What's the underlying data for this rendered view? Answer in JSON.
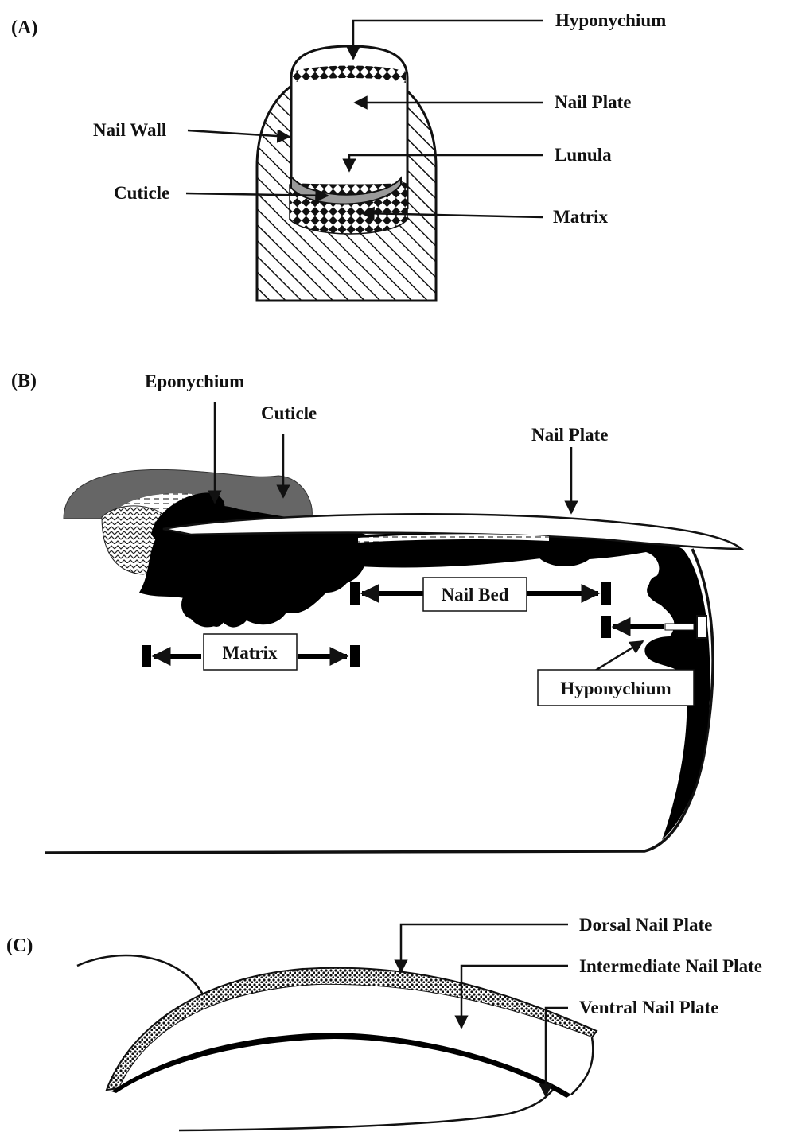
{
  "panels": {
    "a": {
      "tag": "(A)",
      "labels": {
        "hyponychium": "Hyponychium",
        "nail_plate": "Nail Plate",
        "nail_wall": "Nail Wall",
        "lunula": "Lunula",
        "cuticle": "Cuticle",
        "matrix": "Matrix"
      }
    },
    "b": {
      "tag": "(B)",
      "labels": {
        "eponychium": "Eponychium",
        "cuticle": "Cuticle",
        "nail_plate": "Nail Plate",
        "nail_bed": "Nail Bed",
        "matrix": "Matrix",
        "hyponychium": "Hyponychium"
      }
    },
    "c": {
      "tag": "(C)",
      "labels": {
        "dorsal": "Dorsal Nail Plate",
        "intermediate": "Intermediate Nail Plate",
        "ventral": "Ventral Nail Plate"
      }
    }
  }
}
